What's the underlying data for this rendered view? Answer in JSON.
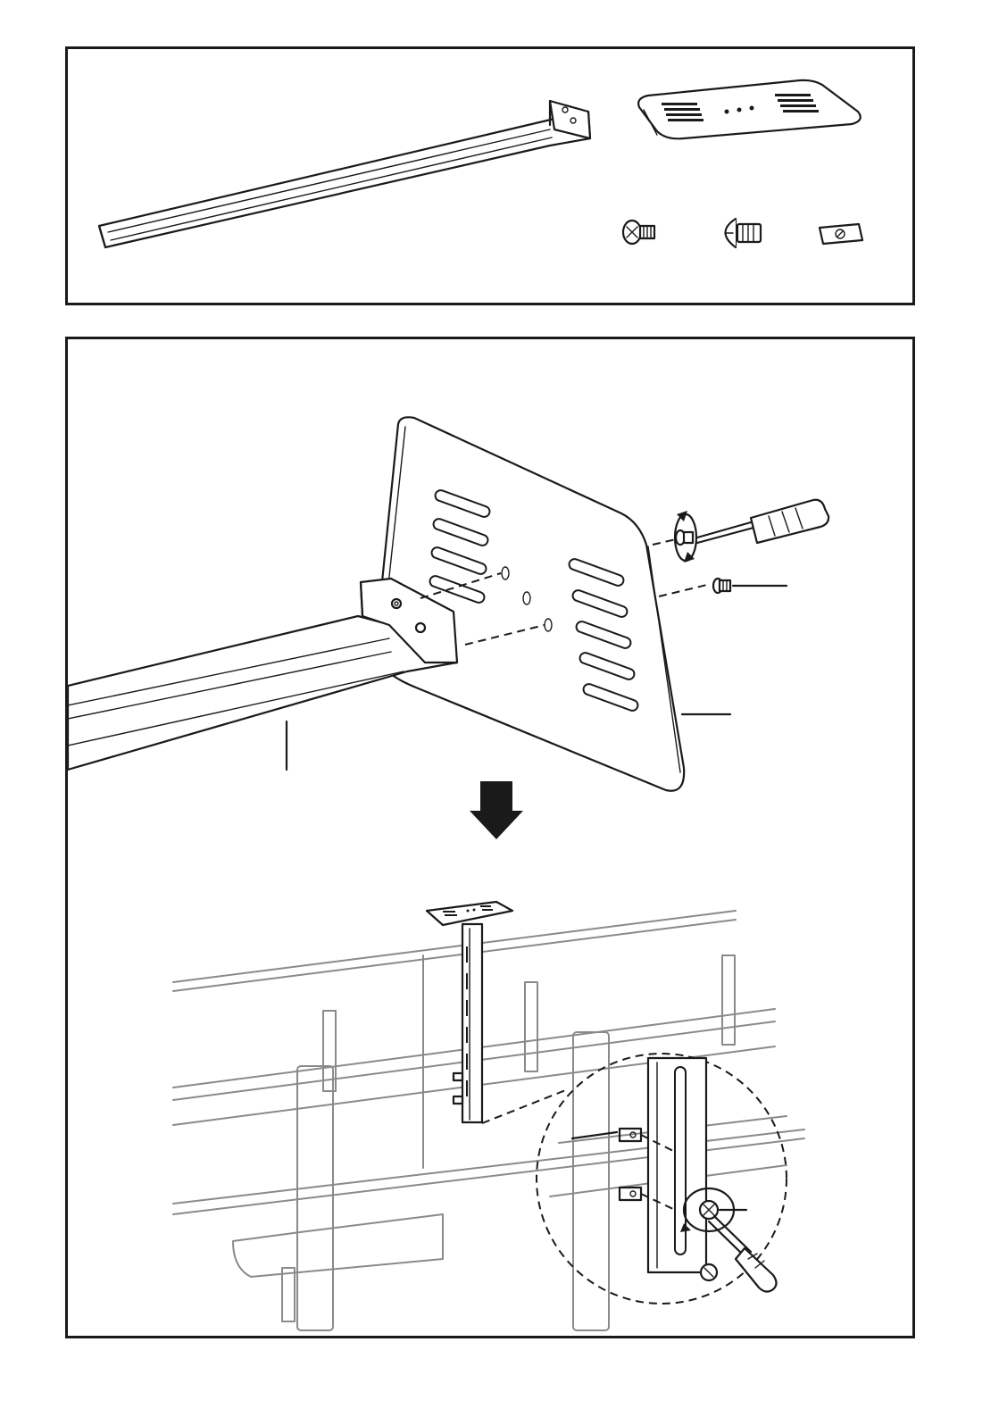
{
  "diagram": {
    "panels": [
      {
        "id": "parts",
        "parts": [
          "shelf-support-rail",
          "shelf-plate",
          "flat-head-screw",
          "round-head-screw",
          "t-nut"
        ]
      },
      {
        "id": "assembly",
        "steps": [
          "attach-shelf-plate-to-rail",
          "mount-rail-to-frame"
        ]
      }
    ],
    "callout_count": 5,
    "icons": [
      "rail-icon",
      "plate-icon",
      "screw-icon",
      "bolt-icon",
      "nut-icon",
      "screwdriver-icon",
      "rotate-arrow-icon",
      "down-arrow-icon",
      "zoom-detail-icon"
    ],
    "colors": {
      "line": "#1a1a1a",
      "background": "#ffffff",
      "context_gray": "#8a8a8a"
    }
  }
}
